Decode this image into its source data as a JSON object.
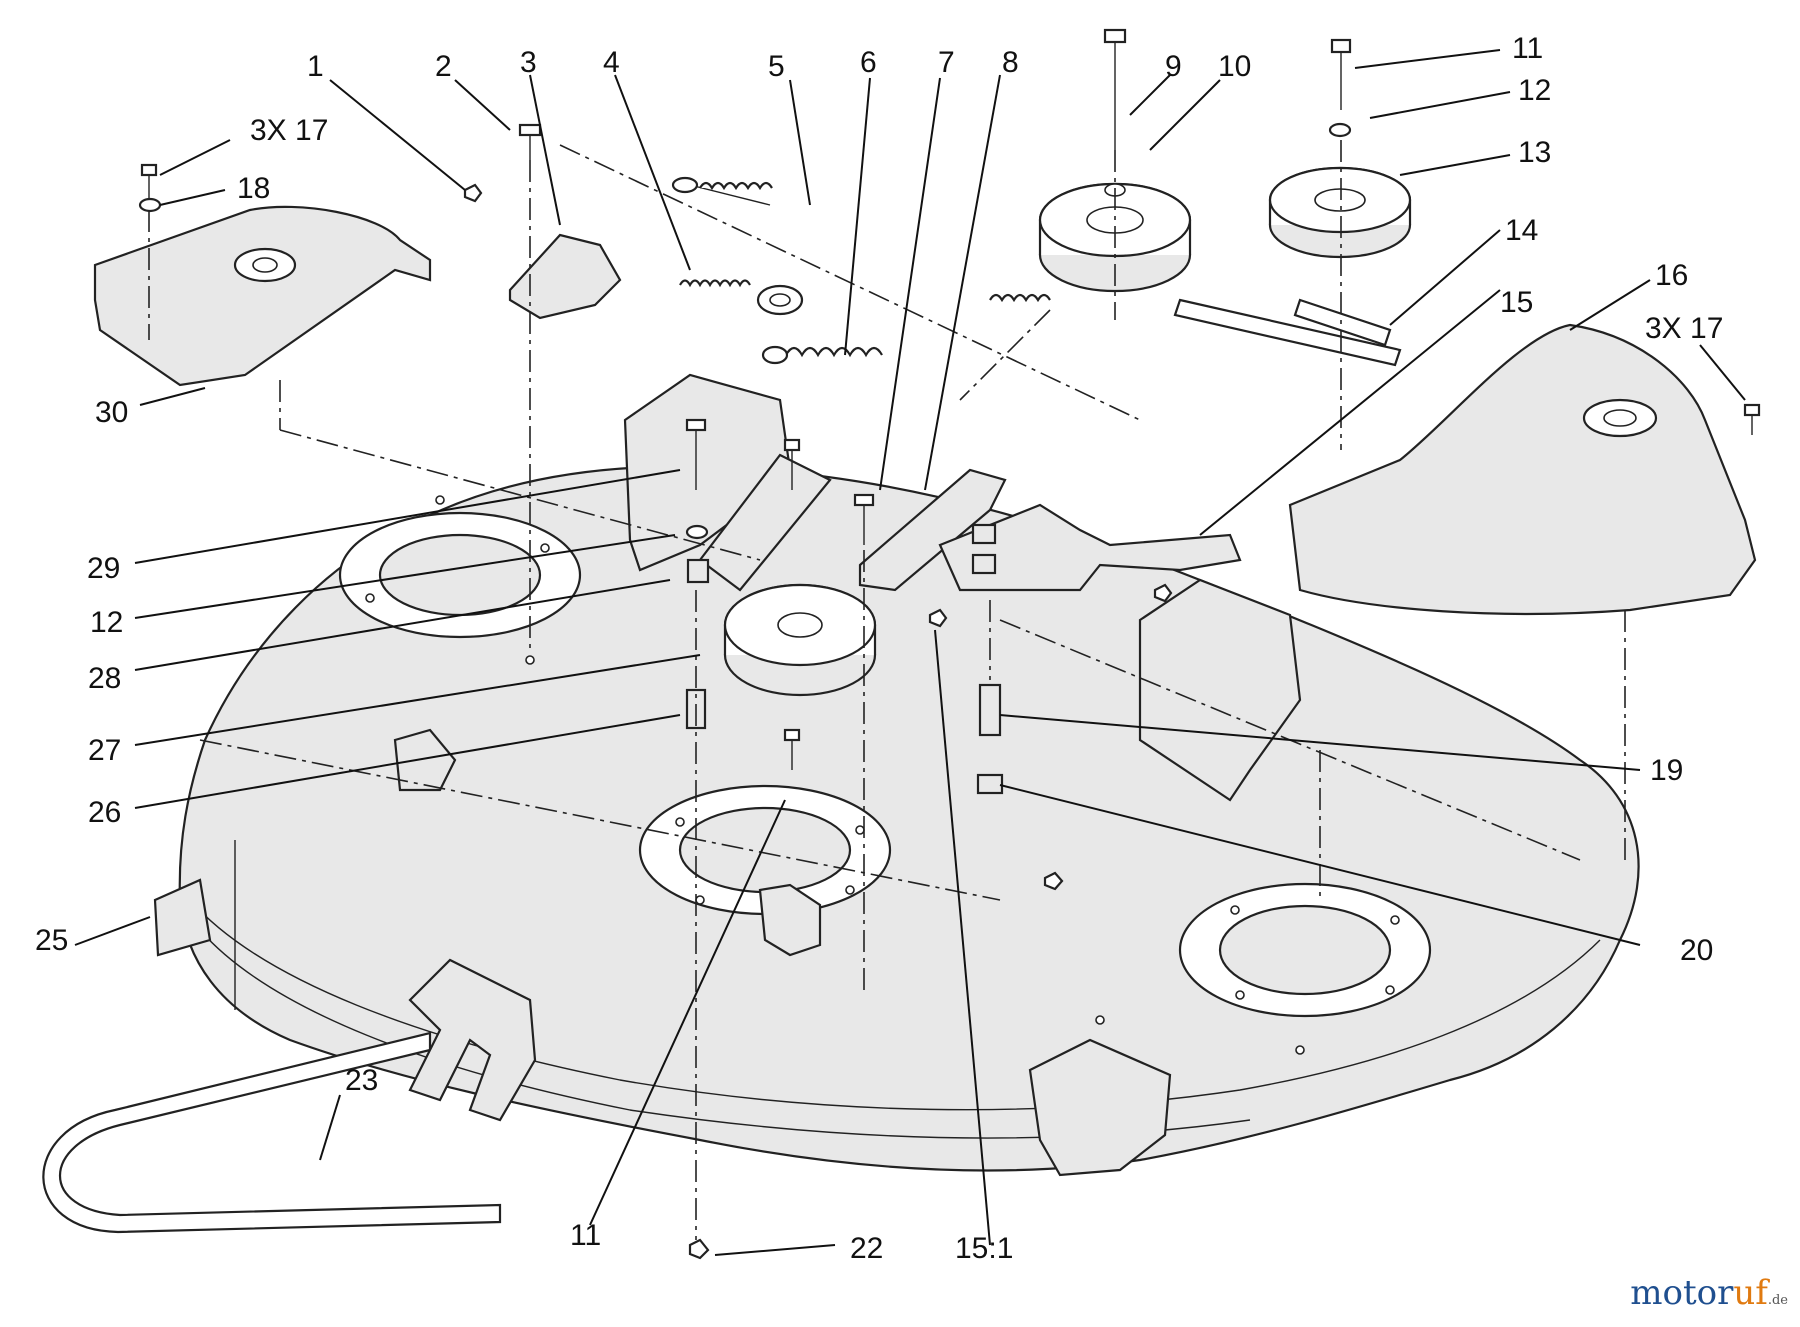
{
  "watermark": {
    "main": "motor",
    "accent": "uf",
    "tld": ".de"
  },
  "colors": {
    "line": "#111111",
    "shading": "#e8e8e8",
    "brand_blue": "#1f4f8f",
    "brand_orange": "#e07a10"
  },
  "callouts": [
    {
      "id": "c1",
      "text": "1"
    },
    {
      "id": "c2",
      "text": "2"
    },
    {
      "id": "c3",
      "text": "3"
    },
    {
      "id": "c4",
      "text": "4"
    },
    {
      "id": "c5",
      "text": "5"
    },
    {
      "id": "c6",
      "text": "6"
    },
    {
      "id": "c7",
      "text": "7"
    },
    {
      "id": "c8",
      "text": "8"
    },
    {
      "id": "c9",
      "text": "9"
    },
    {
      "id": "c10",
      "text": "10"
    },
    {
      "id": "c11a",
      "text": "11"
    },
    {
      "id": "c12a",
      "text": "12"
    },
    {
      "id": "c13",
      "text": "13"
    },
    {
      "id": "c14",
      "text": "14"
    },
    {
      "id": "c15",
      "text": "15"
    },
    {
      "id": "c16",
      "text": "16"
    },
    {
      "id": "c17b",
      "text": "3X 17"
    },
    {
      "id": "c17a",
      "text": "3X 17"
    },
    {
      "id": "c18",
      "text": "18"
    },
    {
      "id": "c30",
      "text": "30"
    },
    {
      "id": "c29",
      "text": "29"
    },
    {
      "id": "c12b",
      "text": "12"
    },
    {
      "id": "c28",
      "text": "28"
    },
    {
      "id": "c27",
      "text": "27"
    },
    {
      "id": "c26",
      "text": "26"
    },
    {
      "id": "c25",
      "text": "25"
    },
    {
      "id": "c19",
      "text": "19"
    },
    {
      "id": "c20",
      "text": "20"
    },
    {
      "id": "c23",
      "text": "23"
    },
    {
      "id": "c11b",
      "text": "11"
    },
    {
      "id": "c22",
      "text": "22"
    },
    {
      "id": "c151",
      "text": "15:1"
    }
  ]
}
